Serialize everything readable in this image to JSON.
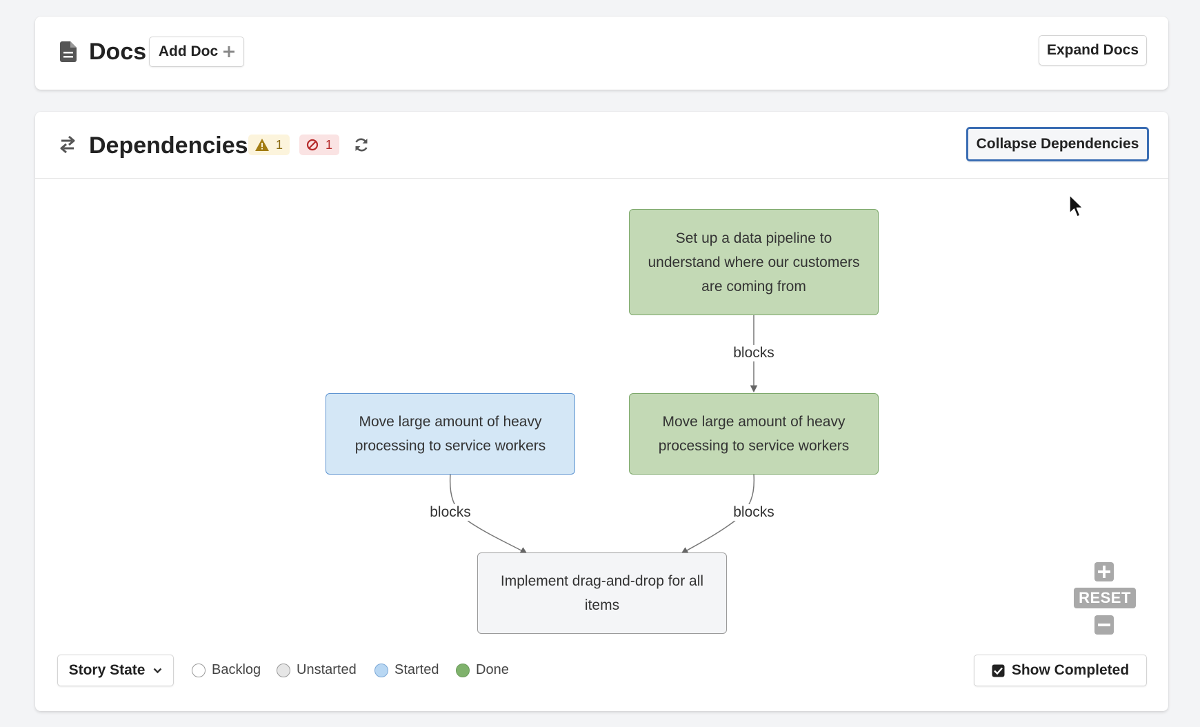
{
  "docs": {
    "title": "Docs",
    "add_doc_label": "Add Doc",
    "expand_label": "Expand Docs"
  },
  "dependencies": {
    "title": "Dependencies",
    "warning_count": "1",
    "blocked_count": "1",
    "collapse_label": "Collapse Dependencies"
  },
  "graph": {
    "nodes": [
      {
        "id": "n1",
        "label": "Set up a data pipeline to understand where our customers are coming from",
        "state": "Done"
      },
      {
        "id": "n2",
        "label": "Move large amount of heavy processing to service workers",
        "state": "Started"
      },
      {
        "id": "n3",
        "label": "Move large amount of heavy processing to service workers",
        "state": "Done"
      },
      {
        "id": "n4",
        "label": "Implement drag-and-drop for all items",
        "state": "Unstarted"
      }
    ],
    "edges": [
      {
        "from": "n1",
        "to": "n3",
        "label": "blocks"
      },
      {
        "from": "n2",
        "to": "n4",
        "label": "blocks"
      },
      {
        "from": "n3",
        "to": "n4",
        "label": "blocks"
      }
    ]
  },
  "zoom": {
    "reset_label": "RESET"
  },
  "footer": {
    "story_state_label": "Story State",
    "legend": [
      {
        "label": "Backlog",
        "color": "#ffffff"
      },
      {
        "label": "Unstarted",
        "color": "#e6e6e6"
      },
      {
        "label": "Started",
        "color": "#b8d7f3"
      },
      {
        "label": "Done",
        "color": "#7fb26c"
      }
    ],
    "show_completed_label": "Show Completed",
    "show_completed_checked": true
  },
  "colors": {
    "accent": "#3a6db3",
    "done_fill": "#c3d9b5",
    "started_fill": "#d4e7f6",
    "unstarted_fill": "#f4f5f7"
  }
}
